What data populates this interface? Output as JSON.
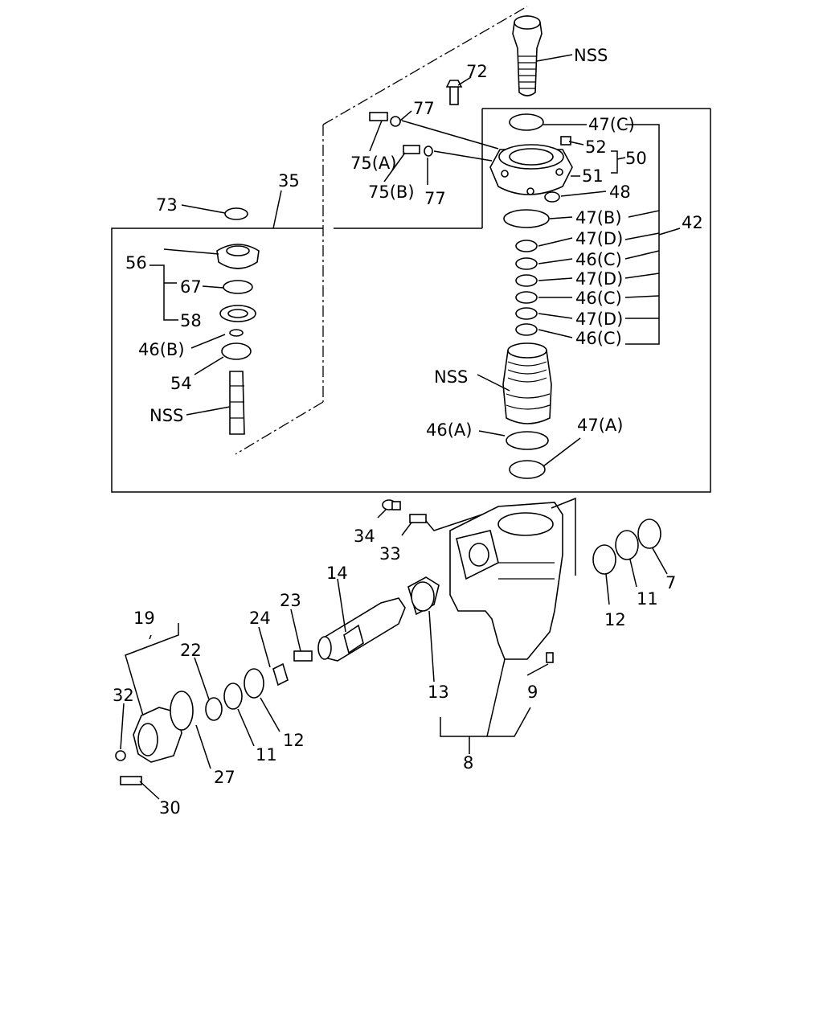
{
  "labels": {
    "nss_top": "NSS",
    "n72": "72",
    "n77a": "77",
    "n75a": "75(A)",
    "n75b": "75(B)",
    "n77b": "77",
    "n47c_top": "47(C)",
    "n52": "52",
    "n50": "50",
    "n51": "51",
    "n48": "48",
    "n47b": "47(B)",
    "n42": "42",
    "n47d_1": "47(D)",
    "n46c_1": "46(C)",
    "n47d_2": "47(D)",
    "n46c_2": "46(C)",
    "n47d_3": "47(D)",
    "n46c_3": "46(C)",
    "nss_mid": "NSS",
    "n46a": "46(A)",
    "n47a": "47(A)",
    "n35": "35",
    "n73": "73",
    "n56": "56",
    "n67": "67",
    "n58": "58",
    "n46b": "46(B)",
    "n54": "54",
    "nss_left": "NSS",
    "n34": "34",
    "n33": "33",
    "n14": "14",
    "n23": "23",
    "n24": "24",
    "n19": "19",
    "n22": "22",
    "n32": "32",
    "n27": "27",
    "n30": "30",
    "n11_left": "11",
    "n12_left": "12",
    "n13": "13",
    "n9": "9",
    "n8": "8",
    "n12_right": "12",
    "n11_right": "11",
    "n7": "7"
  }
}
